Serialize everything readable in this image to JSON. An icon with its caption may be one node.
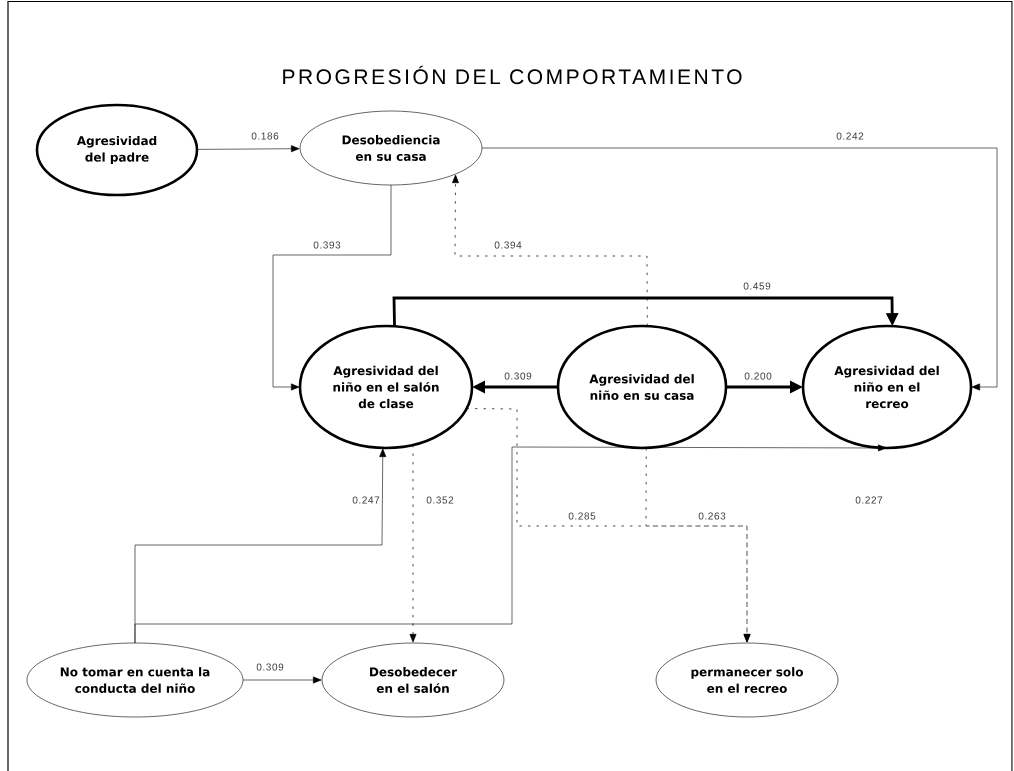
{
  "diagram": {
    "title": "PROGRESIÓN DEL COMPORTAMIENTO",
    "nodes": [
      {
        "text": [
          "Agresividad del padre"
        ]
      },
      {
        "text": [
          "Desobediencia en su casa"
        ]
      },
      {
        "text": [
          "Agresividad del niño en el salón de clase"
        ]
      },
      {
        "text": [
          "Agresividad del niño en su casa"
        ]
      },
      {
        "text": [
          "Agresividad del niño en el recreo"
        ]
      },
      {
        "text": [
          "No tomar en cuenta la conducta del niño"
        ]
      },
      {
        "text": [
          "Desobedecer en el salón"
        ]
      },
      {
        "text": [
          "permanecer solo en el recreo"
        ]
      }
    ],
    "edges": [
      {
        "from": 0,
        "to": 1,
        "arrow": "to",
        "label": "0.186"
      },
      {
        "from": 1,
        "to": 4,
        "arrow": "to",
        "label": "0.242"
      },
      {
        "from": 1,
        "to": 2,
        "arrow": "to",
        "label": "0.393"
      },
      {
        "from": 3,
        "to": 1,
        "arrow": "to",
        "label": "0.394",
        "style": "dashed"
      },
      {
        "from": 2,
        "to": 4,
        "arrow": "to",
        "label": "0.459",
        "style": "thick"
      },
      {
        "from": 3,
        "to": 2,
        "arrow": "to",
        "label": "0.309",
        "style": "thick"
      },
      {
        "from": 3,
        "to": 4,
        "arrow": "to",
        "label": "0.200",
        "style": "thick"
      },
      {
        "from": 5,
        "to": 2,
        "arrow": "to",
        "label": "0.247"
      },
      {
        "from": 5,
        "to": 4,
        "arrow": "to",
        "label": "0.227"
      },
      {
        "from": 5,
        "to": 6,
        "arrow": "to",
        "label": "0.309"
      },
      {
        "from": 2,
        "to": 6,
        "arrow": "to",
        "label": "0.352",
        "style": "dashed"
      },
      {
        "from": 2,
        "to": 7,
        "arrow": "to",
        "label": "0.285",
        "style": "dashed"
      },
      {
        "from": 3,
        "to": 7,
        "arrow": "to",
        "label": "0.263",
        "style": "dashed"
      }
    ]
  }
}
